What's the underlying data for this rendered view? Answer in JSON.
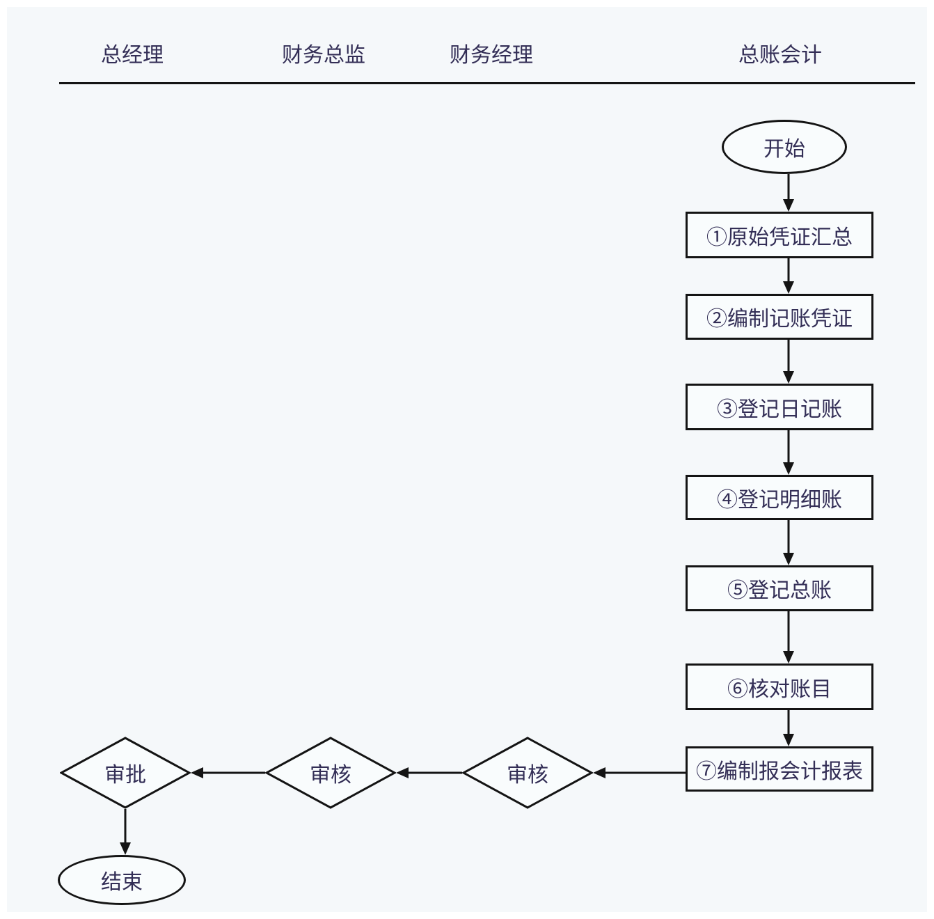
{
  "colors": {
    "background": "#f5f8fa",
    "line": "#141414",
    "text": "#332e56",
    "node_fill": "#f9fcfd"
  },
  "lanes": {
    "items": [
      {
        "label": "总经理"
      },
      {
        "label": "财务总监"
      },
      {
        "label": "财务经理"
      },
      {
        "label": "总账会计"
      }
    ]
  },
  "nodes": {
    "start": {
      "label": "开始"
    },
    "step1": {
      "label": "①原始凭证汇总"
    },
    "step2": {
      "label": "②编制记账凭证"
    },
    "step3": {
      "label": "③登记日记账"
    },
    "step4": {
      "label": "④登记明细账"
    },
    "step5": {
      "label": "⑤登记总账"
    },
    "step6": {
      "label": "⑥核对账目"
    },
    "step7": {
      "label": "⑦编制报会计报表"
    },
    "review_finance_manager": {
      "label": "审核"
    },
    "review_finance_director": {
      "label": "审核"
    },
    "approval_general_manager": {
      "label": "审批"
    },
    "end": {
      "label": "结束"
    }
  }
}
